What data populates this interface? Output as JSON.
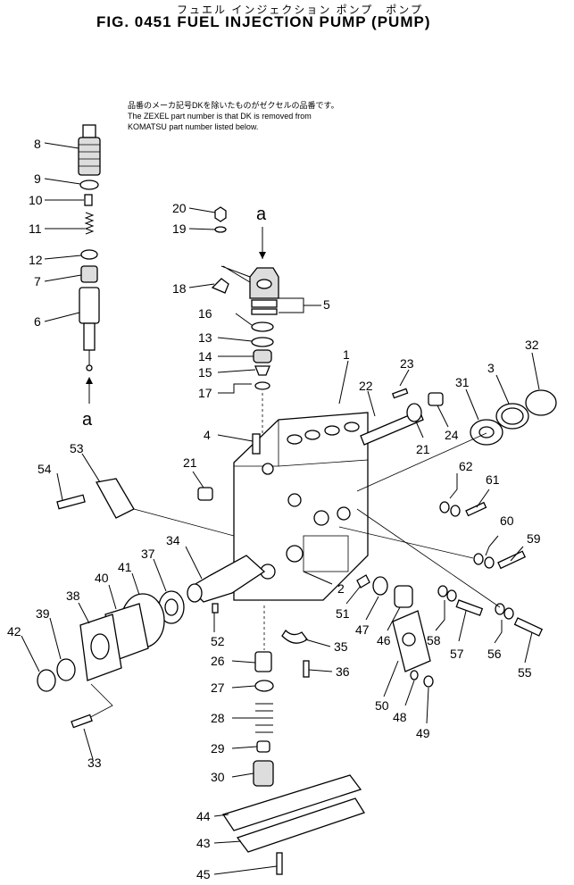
{
  "header": {
    "japanese_title": "フュエル インジェクション ポンプ　ポンプ",
    "figure_title": "FIG. 0451  FUEL  INJECTION  PUMP  (PUMP)"
  },
  "note": {
    "line1": "品番のメーカ記号DKを除いたものがゼクセルの品番です。",
    "line2": "The ZEXEL part number is that DK is removed from",
    "line3": "KOMATSU part number listed below."
  },
  "arrow_labels": {
    "top": "a",
    "left": "a"
  },
  "callouts": {
    "c1": "1",
    "c2": "2",
    "c3": "3",
    "c4": "4",
    "c5": "5",
    "c6": "6",
    "c7": "7",
    "c8": "8",
    "c9": "9",
    "c10": "10",
    "c11": "11",
    "c12": "12",
    "c13": "13",
    "c14": "14",
    "c15": "15",
    "c16": "16",
    "c17": "17",
    "c18": "18",
    "c19": "19",
    "c20": "20",
    "c21a": "21",
    "c21b": "21",
    "c22": "22",
    "c23": "23",
    "c24": "24",
    "c26": "26",
    "c27": "27",
    "c28": "28",
    "c29": "29",
    "c30": "30",
    "c31": "31",
    "c32": "32",
    "c33": "33",
    "c34": "34",
    "c35": "35",
    "c36": "36",
    "c37": "37",
    "c38": "38",
    "c39": "39",
    "c40": "40",
    "c41": "41",
    "c42": "42",
    "c43": "43",
    "c44": "44",
    "c45": "45",
    "c46": "46",
    "c47": "47",
    "c48": "48",
    "c49": "49",
    "c50": "50",
    "c51": "51",
    "c52": "52",
    "c53": "53",
    "c54": "54",
    "c55": "55",
    "c56": "56",
    "c57": "57",
    "c58": "58",
    "c59": "59",
    "c60": "60",
    "c61": "61",
    "c62": "62"
  }
}
